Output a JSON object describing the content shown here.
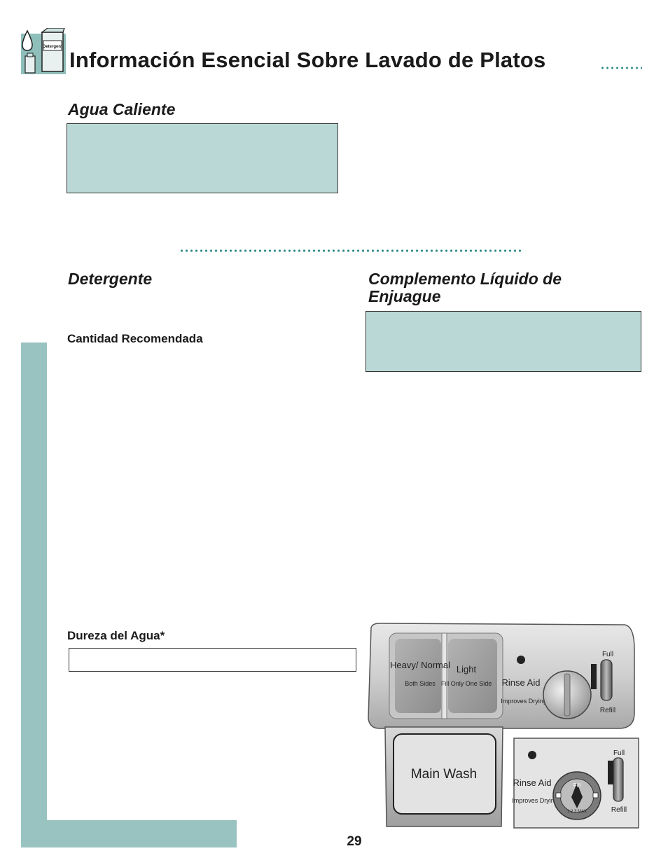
{
  "header": {
    "title": "Información Esencial Sobre Lavado de Platos",
    "icon_label": "Detergent"
  },
  "sections": {
    "hot_water": {
      "heading": "Agua Caliente"
    },
    "detergent": {
      "heading": "Detergente",
      "recommended_amount": "Cantidad Recomendada",
      "water_hardness": "Dureza del Agua*"
    },
    "rinse_aid": {
      "heading_line1": "Complemento Líquido de",
      "heading_line2": "Enjuague"
    }
  },
  "dispenser": {
    "heavy_normal": "Heavy/ Normal",
    "both_sides": "Both Sides",
    "light": "Light",
    "fill_only_one_side": "Fill Only One Side",
    "main_wash": "Main Wash",
    "rinse_aid": "Rinse Aid",
    "improves_drying": "Improves Drying",
    "full": "Full",
    "refill": "Refill",
    "fill": "Fill",
    "dial_scale": "1 2 3 MAX"
  },
  "colors": {
    "accent_teal": "#2b8a84",
    "box_teal": "#bad9d6",
    "band_teal": "#99c3c0"
  },
  "footer": {
    "page_number": "29"
  }
}
